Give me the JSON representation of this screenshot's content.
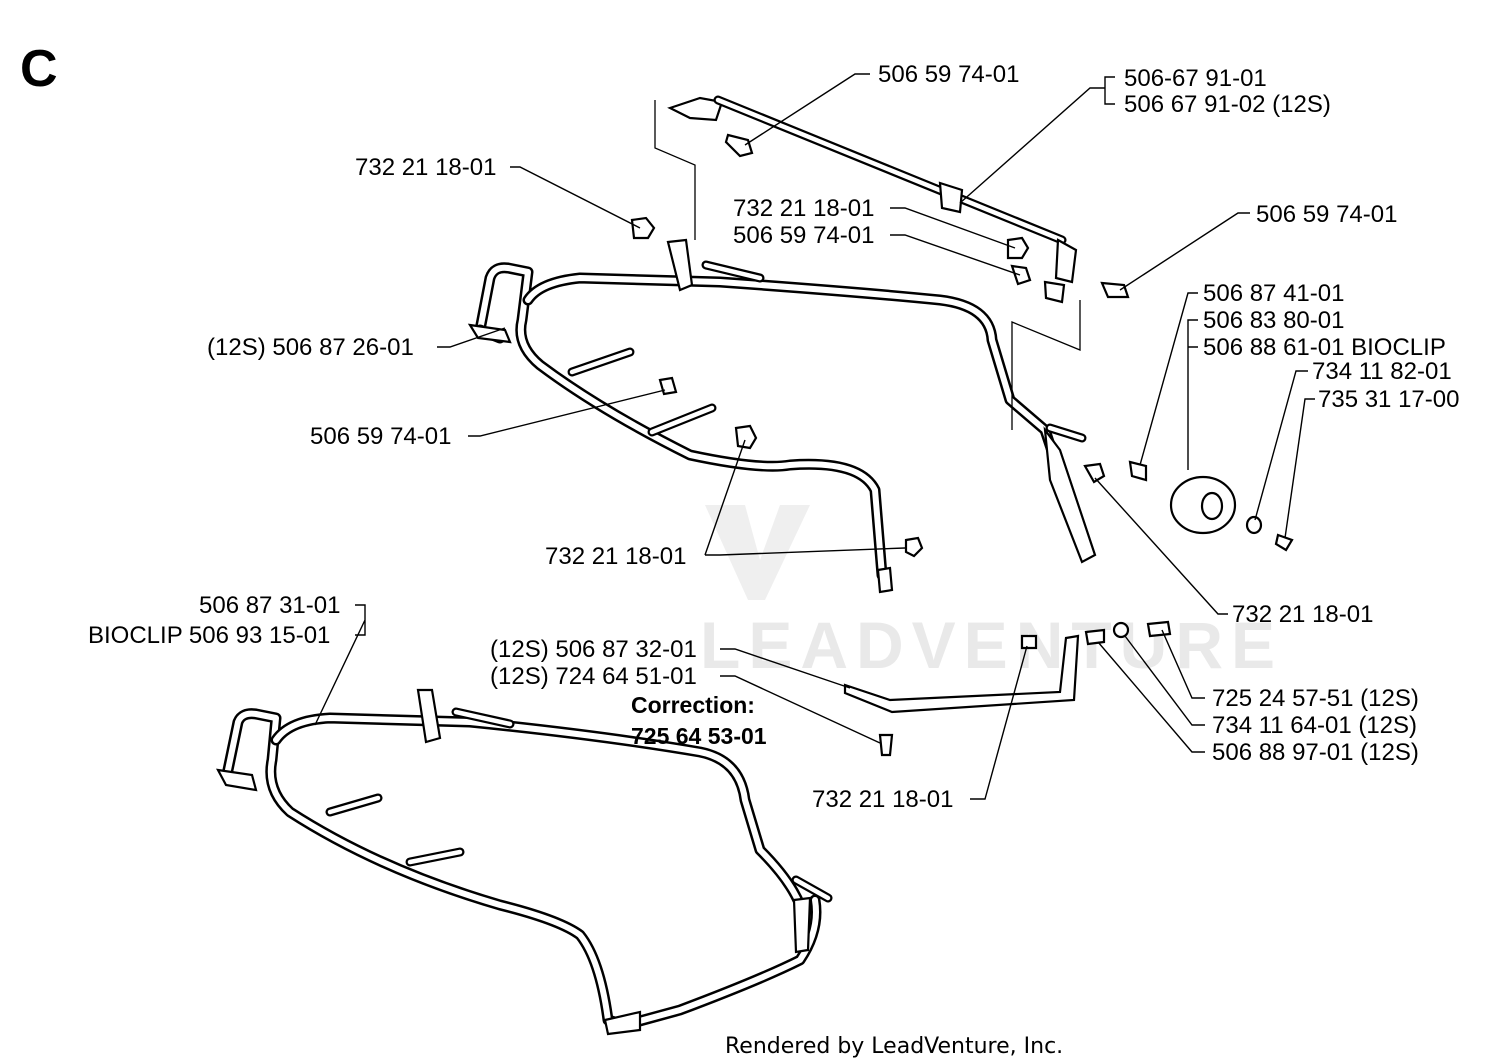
{
  "section_letter": "C",
  "callouts": {
    "c1": "506 59 74-01",
    "c2a": "506-67 91-01",
    "c2b": "506 67 91-02 (12S)",
    "c3": "732 21 18-01",
    "c4": "732 21 18-01",
    "c5": "506 59 74-01",
    "c6": "506 59 74-01",
    "c7": "506 87 41-01",
    "c8": "506 83 80-01",
    "c9": "506 88 61-01 BIOCLIP",
    "c10": "734 11 82-01",
    "c11": "735 31 17-00",
    "c12": "(12S) 506 87 26-01",
    "c13": "506 59 74-01",
    "c14": "732 21 18-01",
    "c15": "732 21 18-01",
    "c16a": "506 87 31-01",
    "c16b": "BIOCLIP 506 93 15-01",
    "c17": "(12S) 506 87 32-01",
    "c18": "(12S) 724 64 51-01",
    "c19": "725 24 57-51 (12S)",
    "c20": "734 11 64-01 (12S)",
    "c21": "506 88 97-01 (12S)",
    "c22": "732 21 18-01"
  },
  "correction": {
    "title": "Correction:",
    "number": "725 64 53-01"
  },
  "watermark": "LEADVENTURE",
  "footer": "Rendered by LeadVenture, Inc."
}
